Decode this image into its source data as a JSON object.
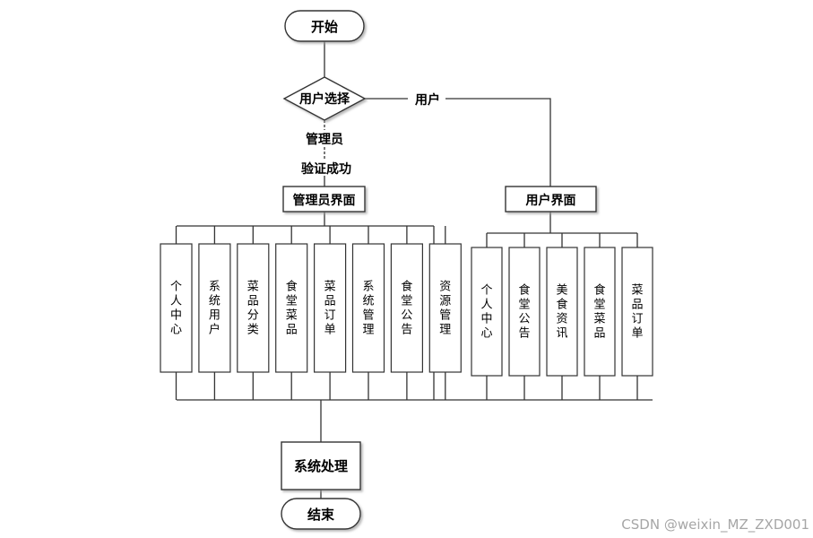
{
  "nodes": {
    "start": "开始",
    "decision": "用户选择",
    "admin_branch": "管理员",
    "user_branch": "用户",
    "verify": "验证成功",
    "admin_ui": "管理员界面",
    "user_ui": "用户界面",
    "process": "系统处理",
    "end": "结束"
  },
  "admin_modules": [
    "个人中心",
    "系统用户",
    "菜品分类",
    "食堂菜品",
    "菜品订单",
    "系统管理",
    "食堂公告",
    "资源管理"
  ],
  "user_modules": [
    "个人中心",
    "食堂公告",
    "美食资讯",
    "食堂菜品",
    "菜品订单"
  ],
  "watermark": "CSDN @weixin_MZ_ZXD001"
}
